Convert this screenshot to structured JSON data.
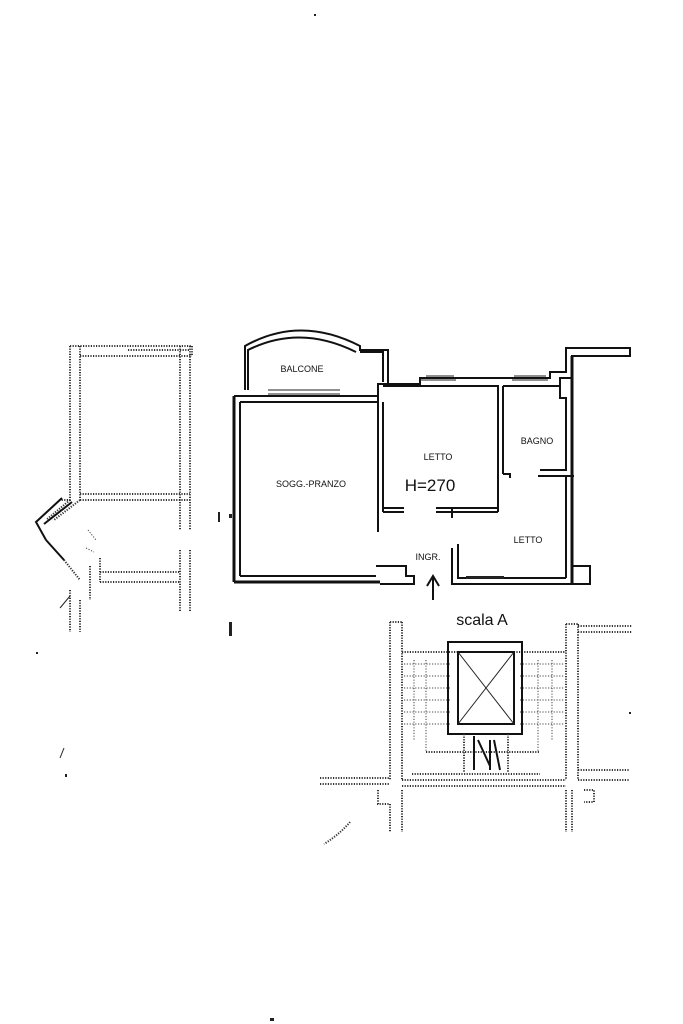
{
  "rooms": {
    "balcone": "BALCONE",
    "letto_1": "LETTO",
    "bagno": "BAGNO",
    "soggiorno_pranzo": "SOGG.-PRANZO",
    "letto_2": "LETTO",
    "ingresso": "INGR."
  },
  "height_label": "H=270",
  "staircase_label": "scala A"
}
